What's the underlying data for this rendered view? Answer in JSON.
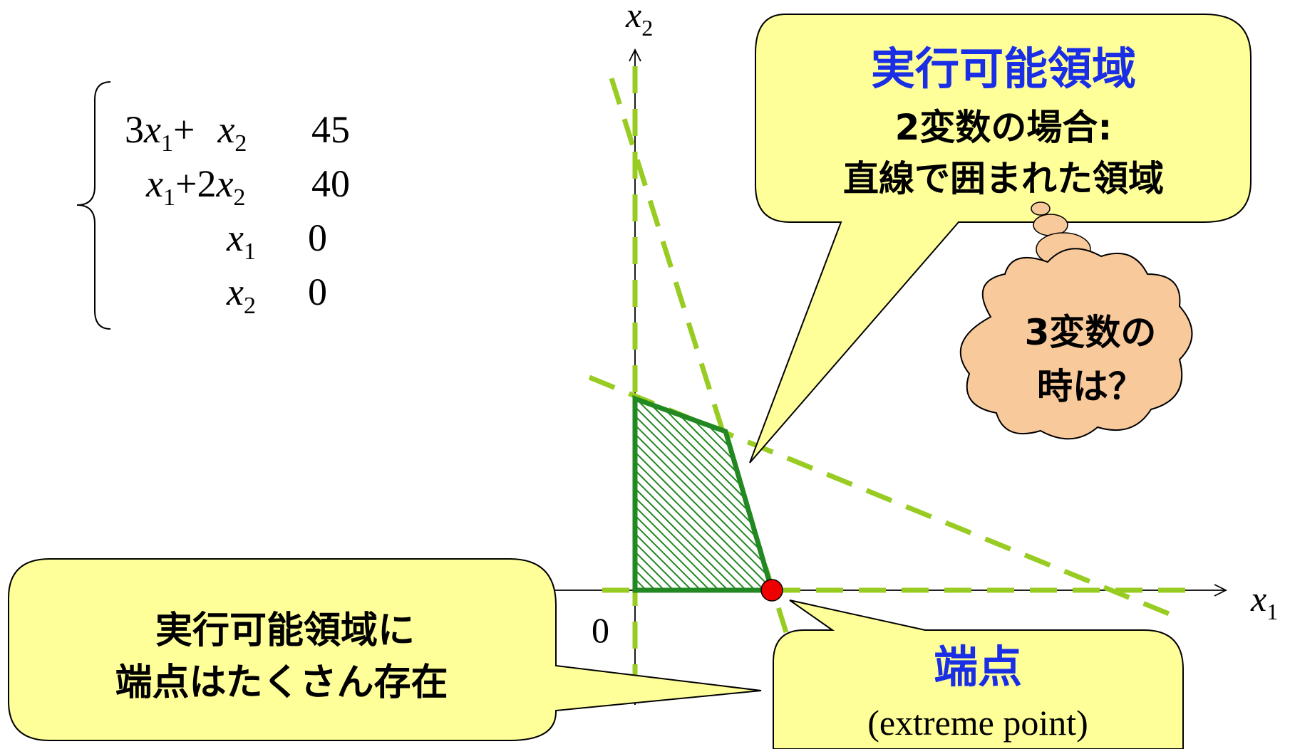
{
  "system": {
    "rows": [
      {
        "lhs_a": "3",
        "lhs_b": "x",
        "sub_b": "1",
        "op": "+",
        "lhs_c": "x",
        "sub_c": "2",
        "rhs": "45"
      },
      {
        "lhs_b": "x",
        "sub_b": "1",
        "op": "+",
        "lhs_a": "2",
        "lhs_c": "x",
        "sub_c": "2",
        "rhs": "40"
      },
      {
        "lhs_c": "x",
        "sub_c": "1",
        "rhs": "0"
      },
      {
        "lhs_c": "x",
        "sub_c": "2",
        "rhs": "0"
      }
    ]
  },
  "axes": {
    "x_label": "x",
    "x_sub": "1",
    "y_label": "x",
    "y_sub": "2",
    "origin_label": "0"
  },
  "callouts": {
    "feasible": {
      "title": "実行可能領域",
      "line1": "2変数の場合:",
      "line2": "直線で囲まれた領域"
    },
    "cloud": {
      "line1": "3変数の",
      "line2": "時は？"
    },
    "many_extreme": {
      "line1": "実行可能領域に",
      "line2": "端点はたくさん存在"
    },
    "extreme": {
      "title": "端点",
      "subtitle": "(extreme point)"
    }
  },
  "colors": {
    "dashed_line": "#99cc22",
    "region_border": "#228822",
    "region_hatch": "#228822",
    "extreme_point": "#ee0000",
    "callout_fill": "#ffff99",
    "cloud_fill": "#f8c99a",
    "title_blue": "#1a2ee6"
  }
}
